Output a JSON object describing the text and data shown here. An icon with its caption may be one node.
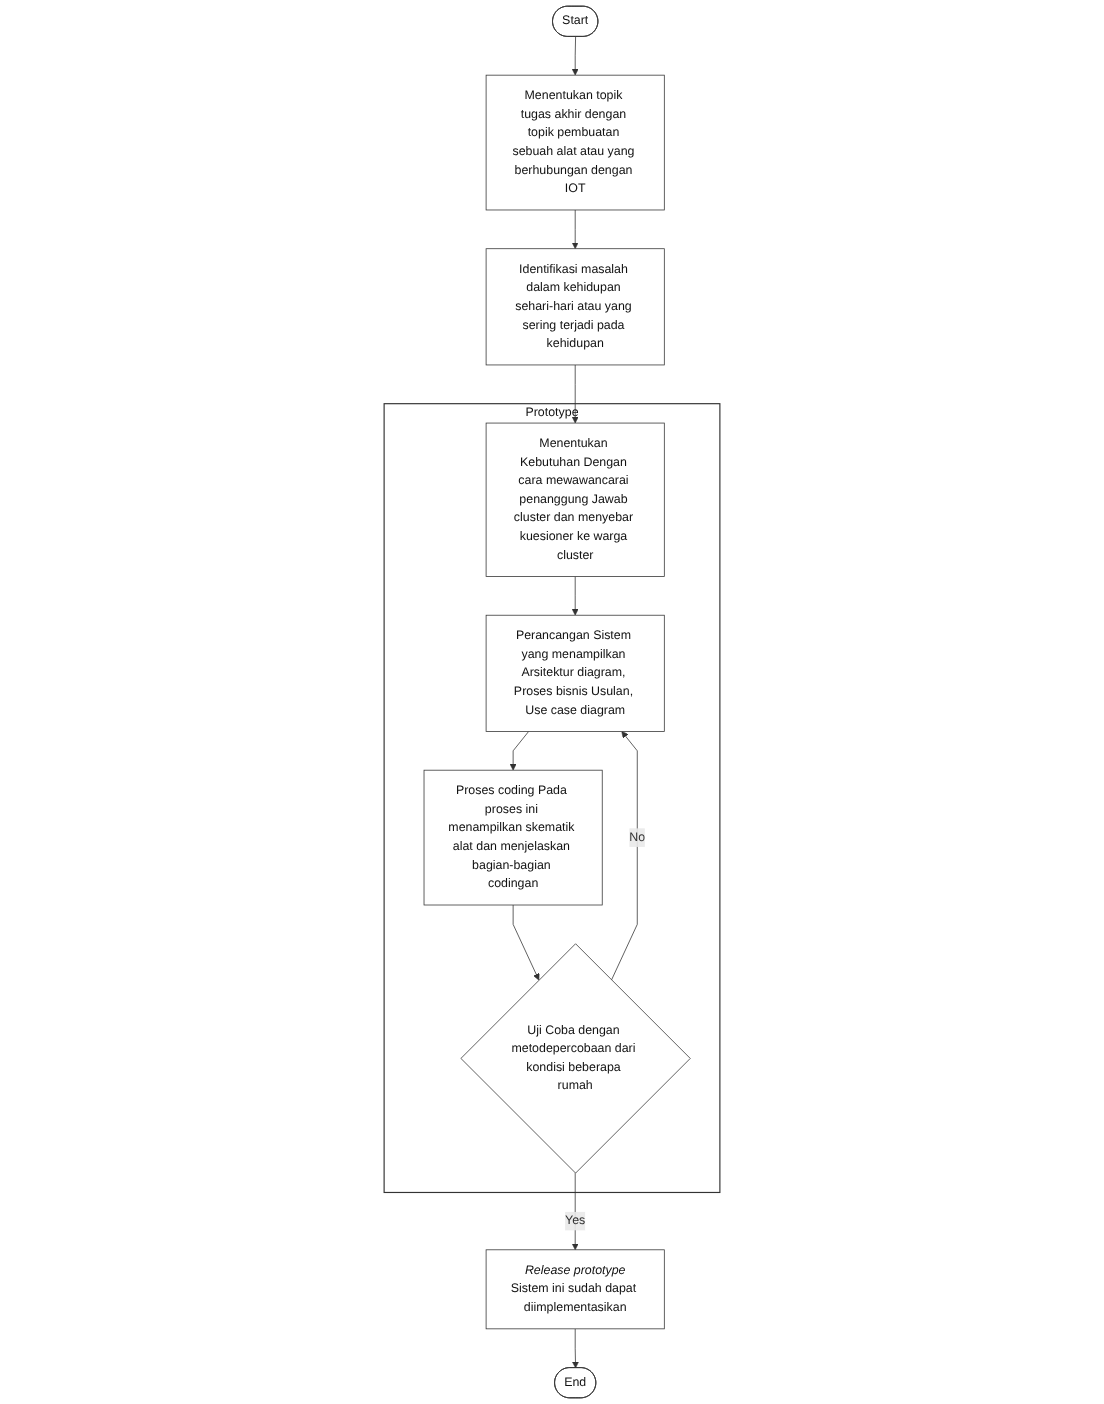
{
  "diagram": {
    "nodes": [
      {
        "text": [
          "Start"
        ]
      },
      {
        "text": [
          "Menentukan topik tugas akhir dengan topik pembuatan sebuah alat atau yang berhubungan dengan IOT"
        ]
      },
      {
        "text": [
          "Identifikasi masalah dalam kehidupan sehari-hari atau yang sering terjadi pada kehidupan"
        ]
      },
      {
        "text": [
          "Prototype"
        ]
      },
      {
        "text": [
          "Menentukan Kebutuhan Dengan cara mewawancarai penanggung Jawab cluster dan menyebar kuesioner ke warga cluster"
        ],
        "in": 3
      },
      {
        "text": [
          "Perancangan Sistem yang menampilkan Arsitektur diagram, Proses bisnis Usulan, Use case diagram"
        ],
        "in": 3
      },
      {
        "text": [
          "Proses coding Pada proses ini menampilkan skematik alat dan menjelaskan bagian-bagian codingan"
        ],
        "in": 3
      },
      {
        "text": [
          "Uji Coba dengan metodepercobaan dari kondisi beberapa rumah"
        ],
        "in": 3
      },
      {
        "text": [
          "Release prototype",
          "Sistem ini sudah dapat diimplementasikan"
        ]
      },
      {
        "text": [
          "End"
        ]
      }
    ],
    "edges": [
      {
        "from": 0,
        "to": 1,
        "arrow": "to"
      },
      {
        "from": 1,
        "to": 2,
        "arrow": "to"
      },
      {
        "from": 2,
        "to": 4,
        "arrow": "to"
      },
      {
        "from": 4,
        "to": 5,
        "arrow": "to"
      },
      {
        "from": 5,
        "to": 6,
        "arrow": "to"
      },
      {
        "from": 6,
        "to": 7,
        "arrow": "to"
      },
      {
        "from": 7,
        "to": 5,
        "arrow": "to",
        "label": "No"
      },
      {
        "from": 7,
        "to": 8,
        "arrow": "to",
        "label": "Yes"
      },
      {
        "from": 8,
        "to": 9,
        "arrow": "to"
      }
    ]
  }
}
